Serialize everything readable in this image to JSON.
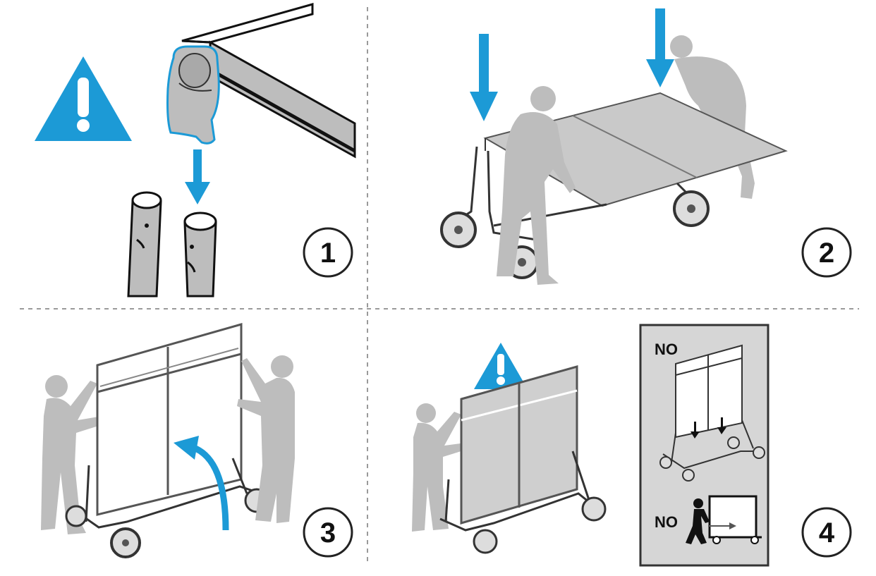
{
  "steps": [
    {
      "number": "1"
    },
    {
      "number": "2"
    },
    {
      "number": "3"
    },
    {
      "number": "4"
    }
  ],
  "warning_box": {
    "no_label_top": "NO",
    "no_label_bottom": "NO"
  },
  "colors": {
    "accent_blue": "#1c9ad6",
    "figure_gray": "#bdbdbd",
    "line_dark": "#222222",
    "divider": "#9a9a9a",
    "warning_box_bg": "#d6d6d6"
  },
  "icons": [
    "warning-triangle-icon",
    "down-arrow-icon",
    "curved-arrow-icon",
    "exclamation-icon"
  ]
}
